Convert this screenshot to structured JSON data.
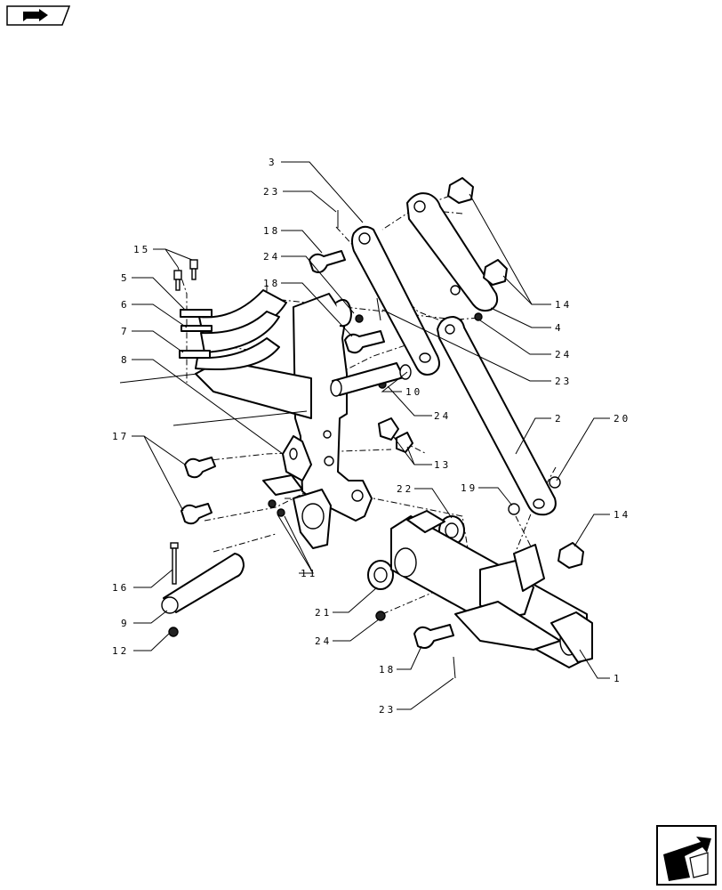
{
  "icons": {
    "top_left": "book-arrow-icon",
    "bottom_right": "next-page-arrow-icon"
  },
  "colors": {
    "ink": "#000000",
    "paper": "#ffffff"
  },
  "callouts": [
    {
      "id": "c3",
      "text": "3"
    },
    {
      "id": "c23a",
      "text": "23"
    },
    {
      "id": "c18a",
      "text": "18"
    },
    {
      "id": "c24a",
      "text": "24"
    },
    {
      "id": "c15",
      "text": "15"
    },
    {
      "id": "c18b",
      "text": "18"
    },
    {
      "id": "c5",
      "text": "5"
    },
    {
      "id": "c6",
      "text": "6"
    },
    {
      "id": "c7",
      "text": "7"
    },
    {
      "id": "c8",
      "text": "8"
    },
    {
      "id": "c17",
      "text": "17"
    },
    {
      "id": "c16",
      "text": "16"
    },
    {
      "id": "c9",
      "text": "9"
    },
    {
      "id": "c12",
      "text": "12"
    },
    {
      "id": "c14a",
      "text": "14"
    },
    {
      "id": "c4",
      "text": "4"
    },
    {
      "id": "c24b",
      "text": "24"
    },
    {
      "id": "c23b",
      "text": "23"
    },
    {
      "id": "c10",
      "text": "10"
    },
    {
      "id": "c24c",
      "text": "24"
    },
    {
      "id": "c2",
      "text": "2"
    },
    {
      "id": "c20",
      "text": "20"
    },
    {
      "id": "c13",
      "text": "13"
    },
    {
      "id": "c22",
      "text": "22"
    },
    {
      "id": "c19",
      "text": "19"
    },
    {
      "id": "c14b",
      "text": "14"
    },
    {
      "id": "c11",
      "text": "11"
    },
    {
      "id": "c21",
      "text": "21"
    },
    {
      "id": "c24d",
      "text": "24"
    },
    {
      "id": "c18c",
      "text": "18"
    },
    {
      "id": "c1",
      "text": "1"
    },
    {
      "id": "c23c",
      "text": "23"
    }
  ]
}
